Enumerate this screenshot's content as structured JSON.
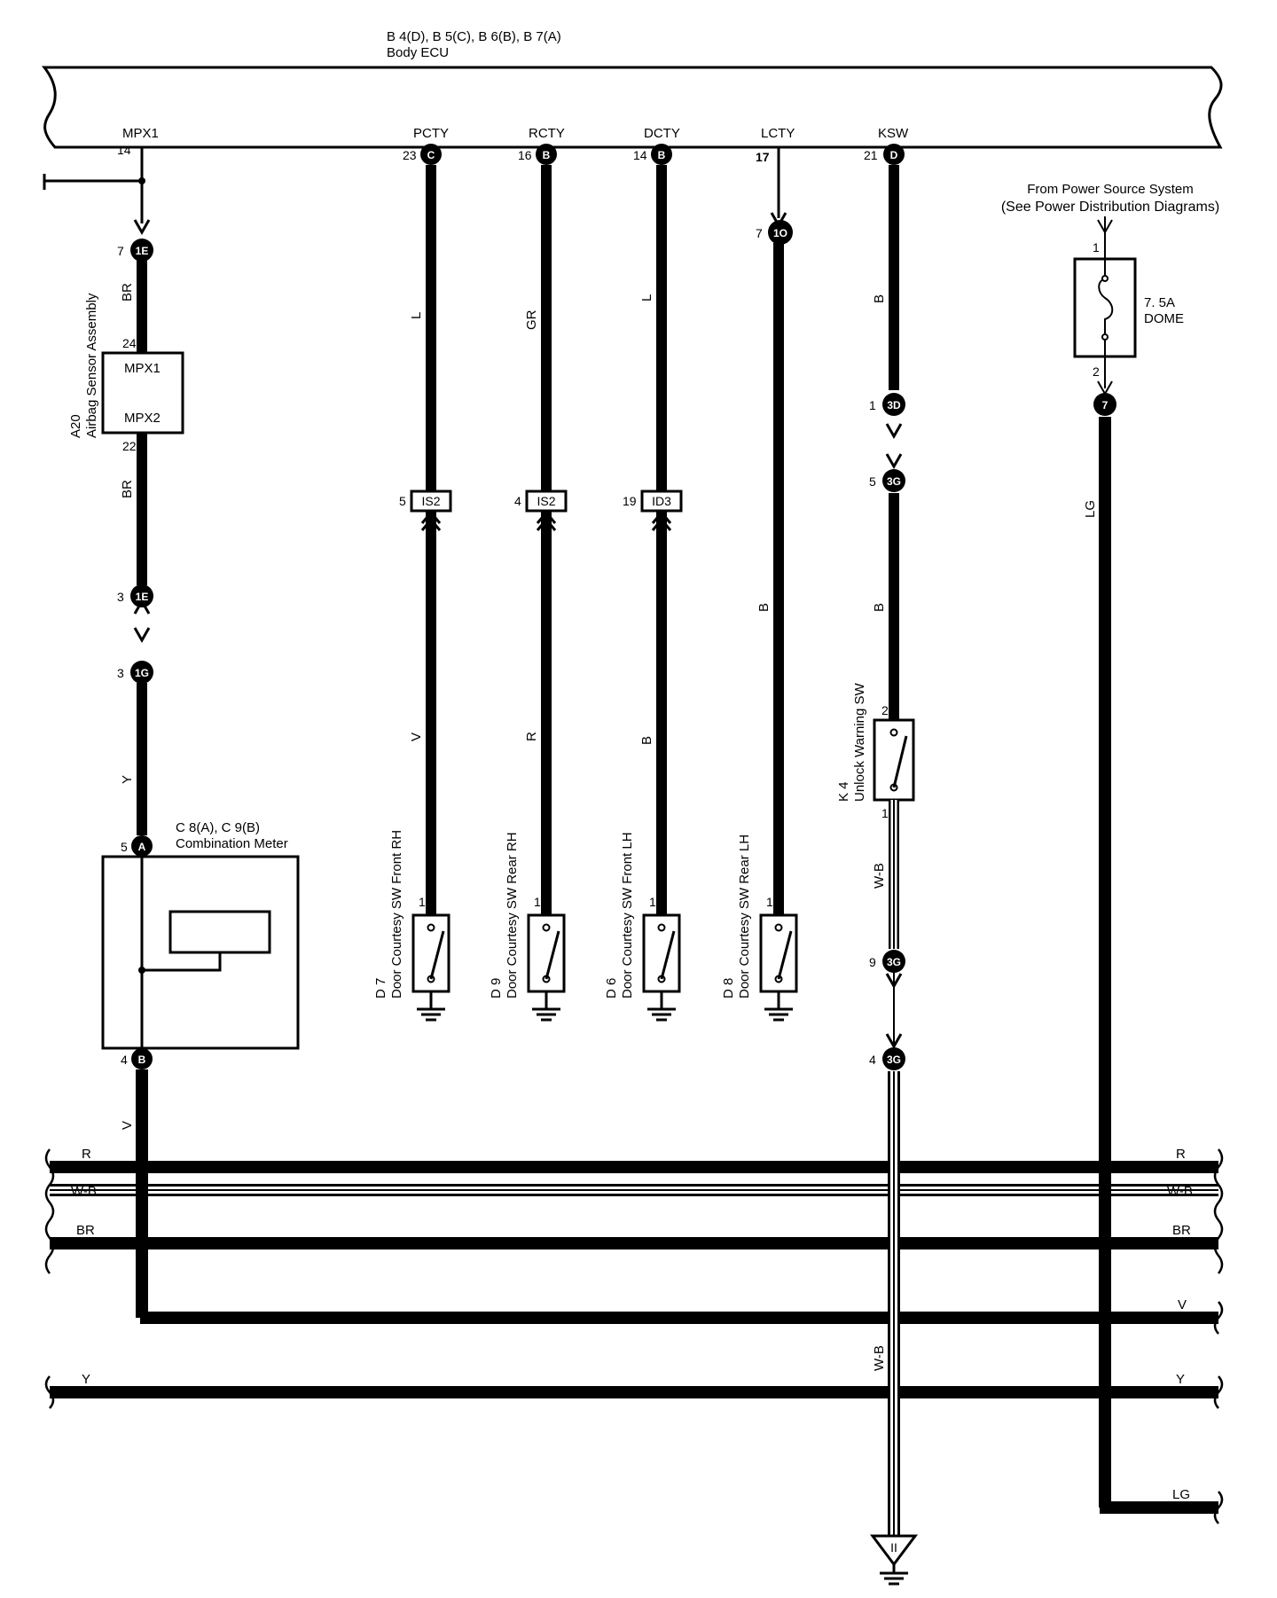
{
  "ecu": {
    "connectors": "B 4(D), B 5(C), B 6(B), B 7(A)",
    "name": "Body ECU",
    "terminals": [
      {
        "label": "MPX1",
        "pin": "14",
        "conn": ""
      },
      {
        "label": "PCTY",
        "pin": "23",
        "conn": "C"
      },
      {
        "label": "RCTY",
        "pin": "16",
        "conn": "B"
      },
      {
        "label": "DCTY",
        "pin": "14",
        "conn": "B"
      },
      {
        "label": "LCTY",
        "pin": "17",
        "conn": ""
      },
      {
        "label": "KSW",
        "pin": "21",
        "conn": "D"
      }
    ]
  },
  "power": {
    "source_line1": "From Power Source System",
    "source_line2": "(See Power Distribution Diagrams)",
    "fuse_rating": "7. 5A",
    "fuse_name": "DOME",
    "pin_in": "1",
    "pin_out": "2",
    "conn": "7",
    "wire": "LG"
  },
  "airbag": {
    "code": "A20",
    "name": "Airbag Sensor Assembly",
    "term1": "MPX1",
    "term2": "MPX2",
    "pin1": "24",
    "pin2": "22"
  },
  "meter": {
    "code": "C 8(A), C 9(B)",
    "name": "Combination Meter",
    "pin_in": "5",
    "conn_in": "A",
    "pin_out": "4",
    "conn_out": "B"
  },
  "junctions": {
    "j1e_top": {
      "pin": "7",
      "conn": "1E"
    },
    "j1e_bot": {
      "pin": "3",
      "conn": "1E"
    },
    "j1g": {
      "pin": "3",
      "conn": "1G"
    },
    "j1o": {
      "pin": "7",
      "conn": "1O"
    },
    "is2_a": {
      "pin": "5",
      "conn": "IS2"
    },
    "is2_b": {
      "pin": "4",
      "conn": "IS2"
    },
    "id3": {
      "pin": "19",
      "conn": "ID3"
    },
    "j3d": {
      "pin": "1",
      "conn": "3D"
    },
    "j3g_1": {
      "pin": "5",
      "conn": "3G"
    },
    "j3g_2": {
      "pin": "9",
      "conn": "3G"
    },
    "j3g_3": {
      "pin": "4",
      "conn": "3G"
    }
  },
  "wires": {
    "mpx_upper": "BR",
    "mpx_lower": "BR",
    "mpx_meter": "Y",
    "meter_out": "V",
    "pcty_upper": "L",
    "pcty_lower": "V",
    "rcty_upper": "GR",
    "rcty_lower": "R",
    "dcty_upper": "L",
    "dcty_lower": "B",
    "lcty": "B",
    "ksw_upper": "B",
    "ksw_mid": "B",
    "ksw_lower": "W-B",
    "ground": "W-B"
  },
  "switches": [
    {
      "code": "D 7",
      "name": "Door Courtesy SW Front RH",
      "pin": "1"
    },
    {
      "code": "D 9",
      "name": "Door Courtesy SW Rear RH",
      "pin": "1"
    },
    {
      "code": "D 6",
      "name": "Door Courtesy SW Front LH",
      "pin": "1"
    },
    {
      "code": "D 8",
      "name": "Door Courtesy SW Rear LH",
      "pin": "1"
    }
  ],
  "unlock_sw": {
    "code": "K 4",
    "name": "Unlock Warning SW",
    "pin_top": "2",
    "pin_bot": "1"
  },
  "buses": [
    {
      "left": "R",
      "right": "R"
    },
    {
      "left": "W-B",
      "right": "W-B"
    },
    {
      "left": "BR",
      "right": "BR"
    },
    {
      "left": "",
      "right": "V"
    },
    {
      "left": "Y",
      "right": "Y"
    },
    {
      "left": "",
      "right": "LG"
    }
  ],
  "ground_label": "II"
}
